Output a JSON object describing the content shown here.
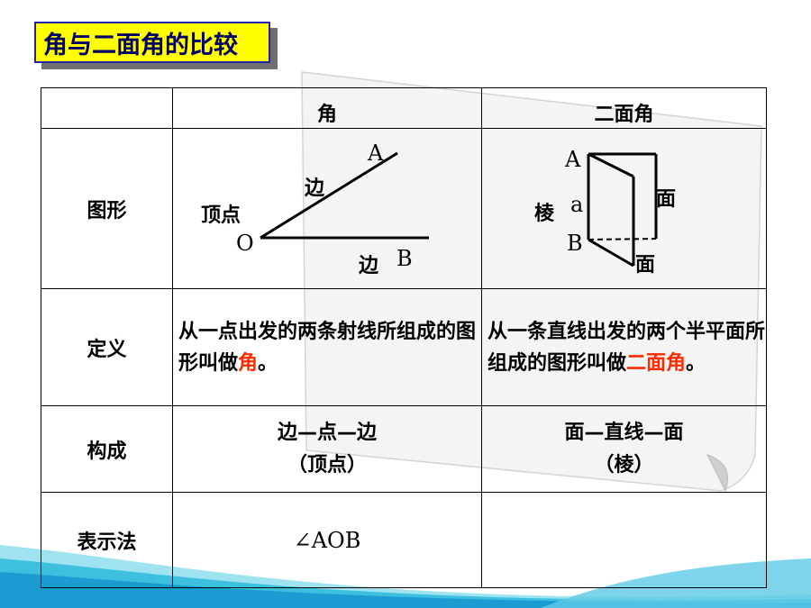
{
  "title": "角与二面角的比较",
  "header": {
    "angle": "角",
    "dihedral": "二面角"
  },
  "rows": {
    "figure": "图形",
    "definition": "定义",
    "composition": "构成",
    "notation": "表示法"
  },
  "angle_figure": {
    "vertex_word": "顶点",
    "side_word_top": "边",
    "side_word_bottom": "边",
    "point_o": "O",
    "point_a": "A",
    "point_b": "B"
  },
  "dihedral_figure": {
    "point_a": "A",
    "point_b": "B",
    "edge_letter": "a",
    "edge_word": "棱",
    "face_top": "面",
    "face_bottom": "面"
  },
  "definition": {
    "angle_part1": "从一点出发的两条射线所组成的图形叫做",
    "angle_term": "角",
    "angle_end": "。",
    "dihedral_part1": "从一条直线出发的两个半平面所组成的图形叫做",
    "dihedral_term": "二面角",
    "dihedral_end": "。"
  },
  "composition": {
    "angle_line1": "边—点—边",
    "angle_line2": "（顶点）",
    "dihedral_line1": "面—直线—面",
    "dihedral_line2": "（棱）"
  },
  "notation": {
    "angle": "∠AOB",
    "dihedral": ""
  },
  "colors": {
    "title_bg": "#ffff00",
    "title_text": "#000066",
    "highlight": "#ff2a00"
  }
}
